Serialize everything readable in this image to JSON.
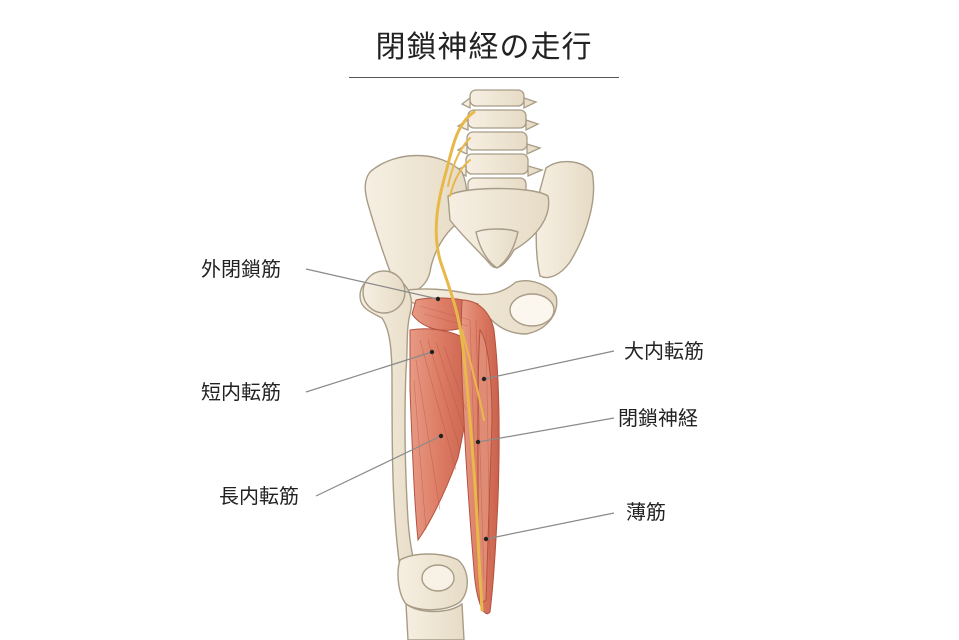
{
  "title": "閉鎖神経の走行",
  "labels": {
    "obturator_externus": "外閉鎖筋",
    "adductor_brevis": "短内転筋",
    "adductor_longus": "長内転筋",
    "adductor_magnus": "大内転筋",
    "obturator_nerve": "閉鎖神経",
    "gracilis": "薄筋"
  },
  "colors": {
    "bone": "#efe6d4",
    "bone_outline": "#a89c86",
    "muscle": "#dd7f68",
    "muscle_fiber": "#b3523f",
    "nerve": "#e8b94a",
    "leader_line": "#8a8a8a"
  }
}
